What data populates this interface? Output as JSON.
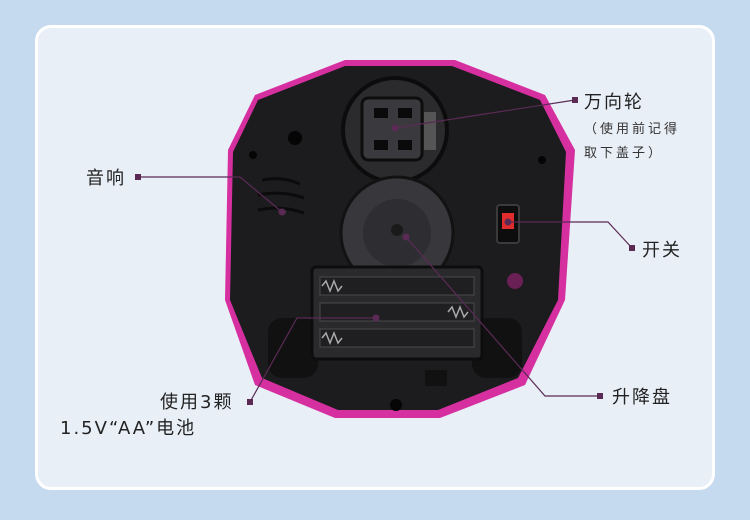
{
  "labels": {
    "wheel": "万向轮",
    "wheel_note_1": "（使用前记得",
    "wheel_note_2": "取下盖子）",
    "speaker": "音响",
    "switch": "开关",
    "battery_1": "使用3颗",
    "battery_2": "1.5V“AA”电池",
    "lift_plate": "升降盘"
  },
  "colors": {
    "background": "#c5d9ef",
    "panel": "#e9eff7",
    "device": "#1c1c1f",
    "accent": "#d62fa0",
    "leader": "#5a2a55"
  }
}
